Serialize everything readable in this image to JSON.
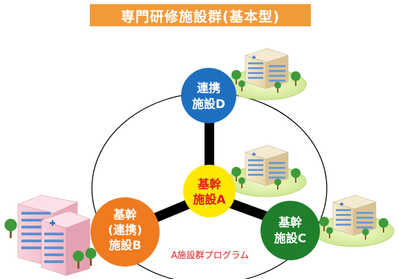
{
  "title": "専門研修施設群(基本型)",
  "program_label": "A施設群プログラム",
  "nodes": {
    "A": {
      "lines": [
        "基幹",
        "施設A"
      ],
      "fill": "#ffe800",
      "text_color": "#e11a1a"
    },
    "B": {
      "lines": [
        "基幹",
        "(連携)",
        "施設B"
      ],
      "fill": "#f07a1f",
      "text_color": "#ffffff"
    },
    "C": {
      "lines": [
        "基幹",
        "施設C"
      ],
      "fill": "#1f7f2a",
      "text_color": "#ffffff"
    },
    "D": {
      "lines": [
        "連携",
        "施設D"
      ],
      "fill": "#1f6fc1",
      "text_color": "#ffffff"
    }
  },
  "colors": {
    "banner": "#f39a3a",
    "program_label": "#e11a1a",
    "connector": "#000000"
  },
  "icons": [
    "hospital-building-icon",
    "tree-icon"
  ]
}
